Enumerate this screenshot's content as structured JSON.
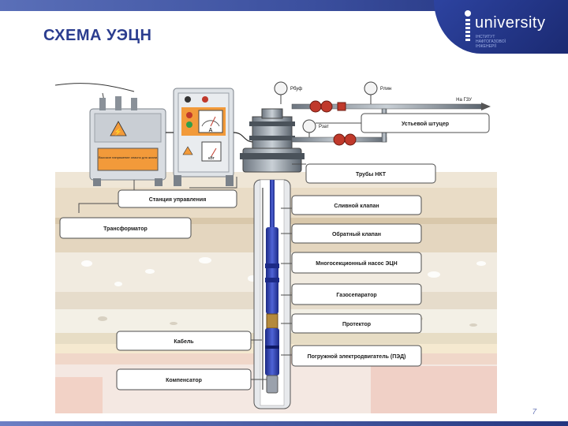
{
  "header": {
    "title": "СХЕМА УЭЦН",
    "logo_text": "university",
    "logo_sub": "ІНСТИТУТ НАФТОГАЗОВОЇ ІНЖЕНЕРІЇ"
  },
  "labels": {
    "stantsiya": "Станция управления",
    "transformator": "Трансформатор",
    "kabel": "Кабель",
    "kompensator": "Компенсатор",
    "ustevoy": "Устьевой штуцер",
    "nkt": "Трубы НКТ",
    "slivnoy": "Сливной клапан",
    "obratny": "Обратный клапан",
    "nasos": "Многосекционный насос ЭЦН",
    "gazosep": "Газосепаратор",
    "protektor": "Протектор",
    "ped": "Погружной электродвигатель (ПЭД)",
    "na_gzu": "На ГЗУ",
    "p_buf": "Pбуф",
    "p_lin": "Pлин",
    "p_zat": "Pзат",
    "meter_a": "A",
    "meter_kw": "кВт",
    "warn_text": "Высокое напряжение опасно для жизни"
  },
  "footer": {
    "page": "7"
  },
  "colors": {
    "brand": "#2b3d8f",
    "sky": "#ffffff",
    "soil1": "#e8dccb",
    "label_bg": "#ffffff",
    "label_border": "#4d4d4d",
    "pipe_blue": "#2a3aa8",
    "valve_red": "#c0392b",
    "panel_orange": "#f29a3a"
  }
}
